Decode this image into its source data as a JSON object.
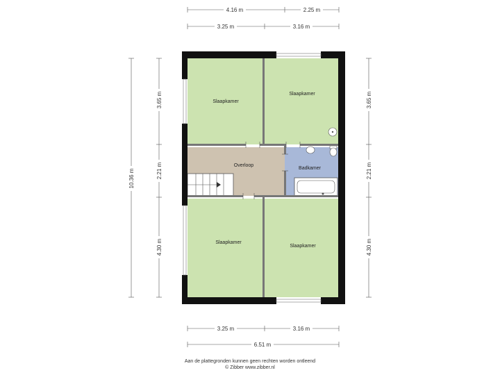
{
  "colors": {
    "bedroom": "#cce3b0",
    "landing": "#cec2b0",
    "bathroom": "#a8b8d8",
    "wall": "#111111",
    "dimension_line": "#555555"
  },
  "rooms": {
    "bedroom_top_left": "Slaapkamer",
    "bedroom_top_right": "Slaapkamer",
    "bedroom_bottom_left": "Slaapkamer",
    "bedroom_bottom_right": "Slaapkamer",
    "landing": "Overloop",
    "bathroom": "Badkamer"
  },
  "dimensions": {
    "top_row_1_left": "4.16 m",
    "top_row_1_right": "2.25 m",
    "top_row_2_left": "3.25 m",
    "top_row_2_right": "3.16 m",
    "bottom_row_1_left": "3.25 m",
    "bottom_row_1_right": "3.16 m",
    "bottom_total": "6.51 m",
    "left_total": "10.36 m",
    "left_top": "3.65 m",
    "left_middle": "2.21 m",
    "left_bottom": "4.30 m",
    "right_top": "3.65 m",
    "right_middle": "2.21 m",
    "right_bottom": "4.30 m"
  },
  "footer": {
    "disclaimer": "Aan de plattegronden kunnen geen rechten worden ontleend",
    "copyright": "© Zibber www.zibber.nl"
  }
}
